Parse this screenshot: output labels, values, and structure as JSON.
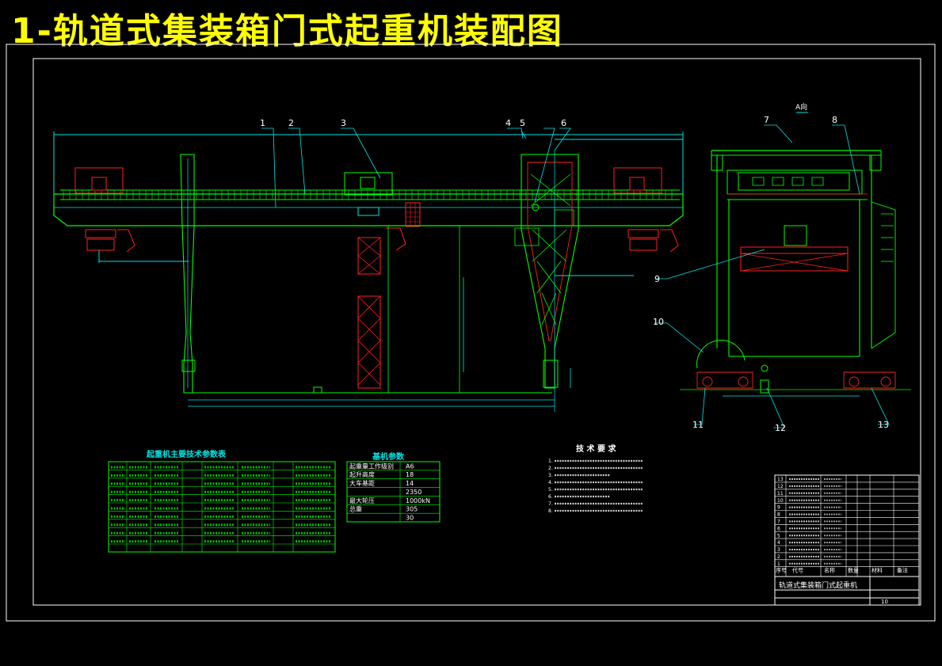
{
  "page": {
    "title": "1-轨道式集装箱门式起重机装配图"
  },
  "drawing": {
    "callouts": [
      "1",
      "2",
      "3",
      "4",
      "5",
      "6",
      "7",
      "8",
      "9",
      "10",
      "11",
      "12",
      "13"
    ],
    "section_label": "A向"
  },
  "main_params": {
    "title": "起重机主要技术参数表"
  },
  "other_params": {
    "title": "基机参数",
    "rows": [
      [
        "起重量工作级别",
        "A6"
      ],
      [
        "起升高度",
        "18"
      ],
      [
        "大车基距",
        "14"
      ],
      [
        "",
        "2350"
      ],
      [
        "最大轮压",
        "1000kN"
      ],
      [
        "总重",
        "305"
      ],
      [
        "",
        "30"
      ]
    ]
  },
  "tech_req": {
    "title": "技 术 要 求",
    "lines": [
      "1.",
      "2.",
      "3.",
      "4.",
      "5.",
      "6.",
      "7.",
      "8."
    ]
  },
  "title_block": {
    "drawing_name": "轨道式集装箱门式起重机",
    "sheet": "10",
    "header": [
      "序号",
      "代号",
      "名称",
      "数量",
      "材料",
      "备注"
    ],
    "rows": [
      "13",
      "12",
      "11",
      "10",
      "9",
      "8",
      "7",
      "6",
      "5",
      "4",
      "3",
      "2",
      "1"
    ]
  },
  "colors": {
    "frame": "#ffffff",
    "structure": "#00ff00",
    "dimension": "#00e5e5",
    "equipment": "#ff2020",
    "title": "#ffff00"
  }
}
